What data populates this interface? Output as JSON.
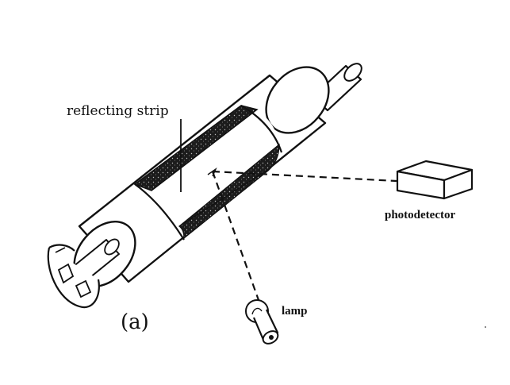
{
  "labels": {
    "reflecting_strip": "reflecting strip",
    "photodetector": "photodetector",
    "lamp": "lamp",
    "panel": "(a)"
  },
  "colors": {
    "ink": "#111111",
    "background": "#ffffff",
    "strip": "#1c1c1c"
  }
}
